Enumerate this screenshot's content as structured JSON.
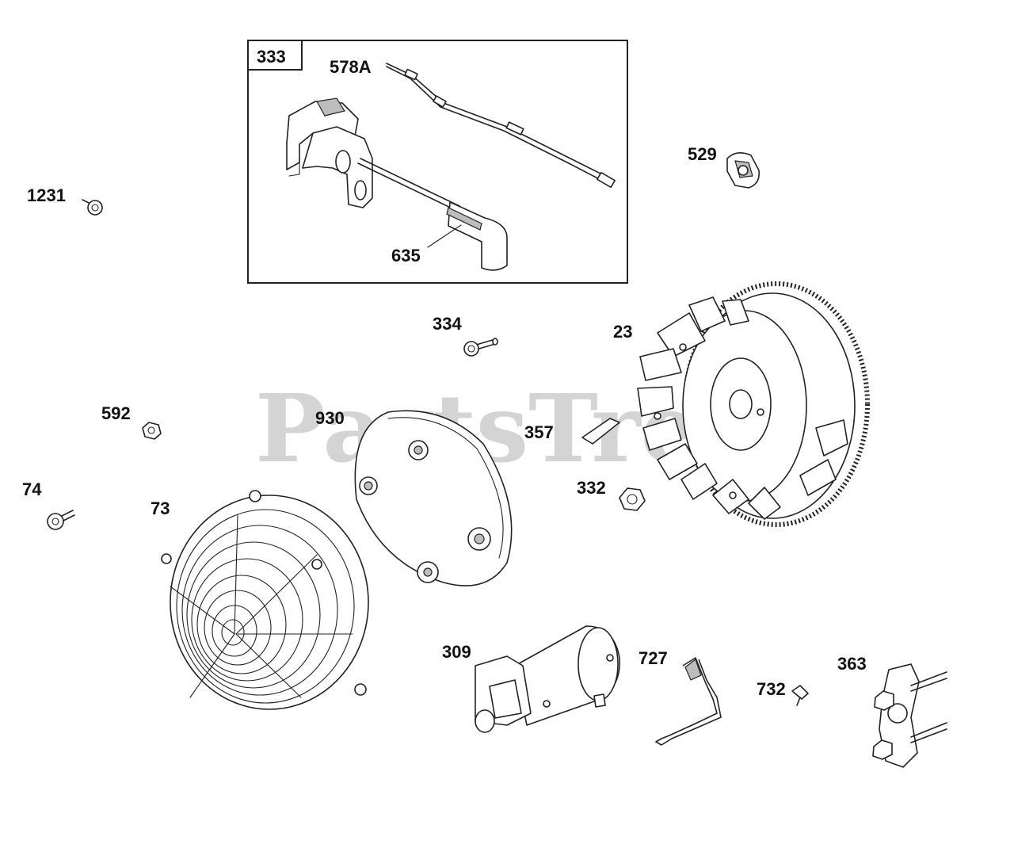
{
  "watermark": "PartsTree",
  "kit_box": {
    "label": "333"
  },
  "callouts": {
    "p578A": "578A",
    "p635": "635",
    "p1231": "1231",
    "p529": "529",
    "p334": "334",
    "p23": "23",
    "p592": "592",
    "p930": "930",
    "p357": "357",
    "p332": "332",
    "p74": "74",
    "p73": "73",
    "p309": "309",
    "p727": "727",
    "p732": "732",
    "p363": "363"
  }
}
